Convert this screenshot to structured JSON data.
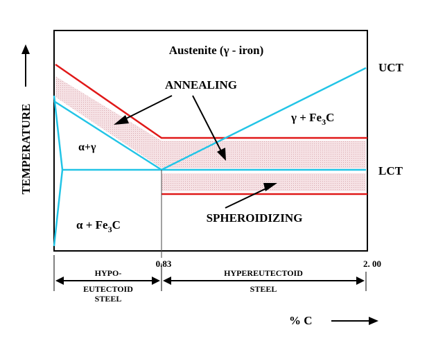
{
  "labels": {
    "austenite": "Austenite (γ - iron)",
    "annealing": "ANNEALING",
    "gamma_fe3c_prefix": "γ + Fe",
    "gamma_fe3c_sub": "3",
    "gamma_fe3c_suffix": "C",
    "alpha_gamma": "α+γ",
    "alpha_fe3c_prefix": "α + Fe",
    "alpha_fe3c_sub": "3",
    "alpha_fe3c_suffix": "C",
    "spheroidizing": "SPHEROIDIZING",
    "uct": "UCT",
    "lct": "LCT",
    "y_axis": "TEMPERATURE",
    "x_axis": "% C",
    "tick_083": "0.83",
    "tick_200": "2. 00",
    "hypo_line1": "HYPO-",
    "hypo_line2": "EUTECTOID",
    "hypo_line3": "STEEL",
    "hyper_line1": "HYPEREUTECTOID",
    "hyper_line2": "STEEL"
  },
  "colors": {
    "red_line": "#e01818",
    "cyan_line": "#22c4e6",
    "band_fill": "#f3d6da",
    "frame": "#000000"
  }
}
